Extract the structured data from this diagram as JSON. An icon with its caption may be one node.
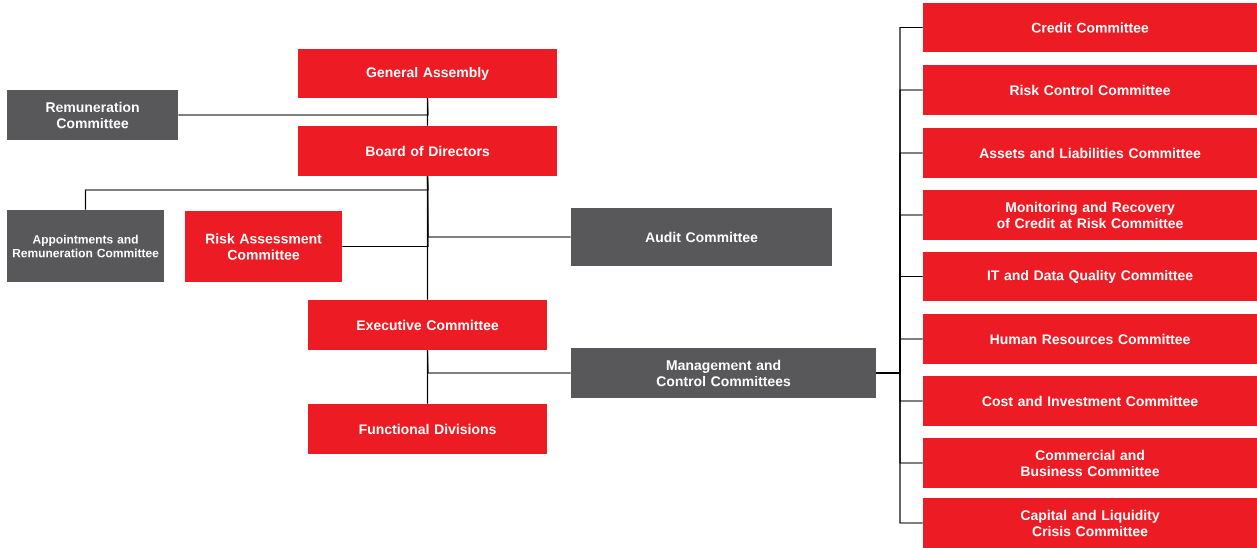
{
  "diagram": {
    "nodes": [
      {
        "text": [
          "General Assembly"
        ]
      },
      {
        "text": [
          "Remuneration Committee"
        ]
      },
      {
        "text": [
          "Board of Directors"
        ]
      },
      {
        "text": [
          "Appointments and Remuneration Committee"
        ]
      },
      {
        "text": [
          "Risk Assessment Committee"
        ]
      },
      {
        "text": [
          "Audit Committee"
        ]
      },
      {
        "text": [
          "Executive Committee"
        ]
      },
      {
        "text": [
          "Management and Control Committees"
        ]
      },
      {
        "text": [
          "Functional Divisions"
        ]
      },
      {
        "text": [
          "Credit Committee"
        ]
      },
      {
        "text": [
          "Risk Control Committee"
        ]
      },
      {
        "text": [
          "Assets and Liabilities Committee"
        ]
      },
      {
        "text": [
          "Monitoring and Recovery of Credit at Risk Committee"
        ]
      },
      {
        "text": [
          "IT and Data Quality Committee"
        ]
      },
      {
        "text": [
          "Human Resources Committee"
        ]
      },
      {
        "text": [
          "Cost and Investment Committee"
        ]
      },
      {
        "text": [
          "Commercial and Business Committee"
        ]
      },
      {
        "text": [
          "Capital and Liquidity Crisis Committee"
        ]
      }
    ],
    "edges": [
      {
        "from": 0,
        "to": 2,
        "arrow": "none"
      },
      {
        "from": 1,
        "to": 0,
        "arrow": "none"
      },
      {
        "from": 2,
        "to": 6,
        "arrow": "none"
      },
      {
        "from": 2,
        "to": 3,
        "arrow": "none"
      },
      {
        "from": 2,
        "to": 4,
        "arrow": "none"
      },
      {
        "from": 2,
        "to": 5,
        "arrow": "none"
      },
      {
        "from": 6,
        "to": 8,
        "arrow": "none"
      },
      {
        "from": 6,
        "to": 7,
        "arrow": "none"
      },
      {
        "from": 7,
        "to": 9,
        "arrow": "none"
      },
      {
        "from": 7,
        "to": 10,
        "arrow": "none"
      },
      {
        "from": 7,
        "to": 11,
        "arrow": "none"
      },
      {
        "from": 7,
        "to": 12,
        "arrow": "none"
      },
      {
        "from": 7,
        "to": 13,
        "arrow": "none"
      },
      {
        "from": 7,
        "to": 14,
        "arrow": "none"
      },
      {
        "from": 7,
        "to": 15,
        "arrow": "none"
      },
      {
        "from": 7,
        "to": 16,
        "arrow": "none"
      },
      {
        "from": 7,
        "to": 17,
        "arrow": "none"
      }
    ]
  }
}
